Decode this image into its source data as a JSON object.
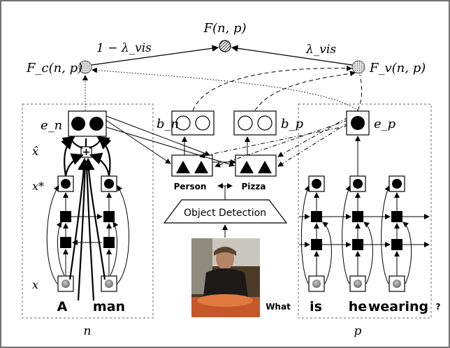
{
  "formula": {
    "top": "F(n, p)",
    "left": "F_c(n, p)",
    "right": "F_v(n, p)",
    "weight_left": "1 − λ_vis",
    "weight_right": "λ_vis"
  },
  "embeddings": {
    "e_n": "e_n",
    "e_p": "e_p",
    "b_n": "b_n",
    "b_p": "b_p"
  },
  "row_labels": {
    "x_hat": "x̂",
    "x_star": "x*",
    "x": "x"
  },
  "detections": [
    "Person",
    "Pizza"
  ],
  "detector_label": "Object Detection",
  "phrase_n": [
    "A",
    "man"
  ],
  "phrase_p": [
    "is",
    "he",
    "wearing"
  ],
  "connector_word": "What",
  "question_mark": "?",
  "panel_labels": {
    "left": "n",
    "right": "p"
  },
  "plus_symbol": "+"
}
